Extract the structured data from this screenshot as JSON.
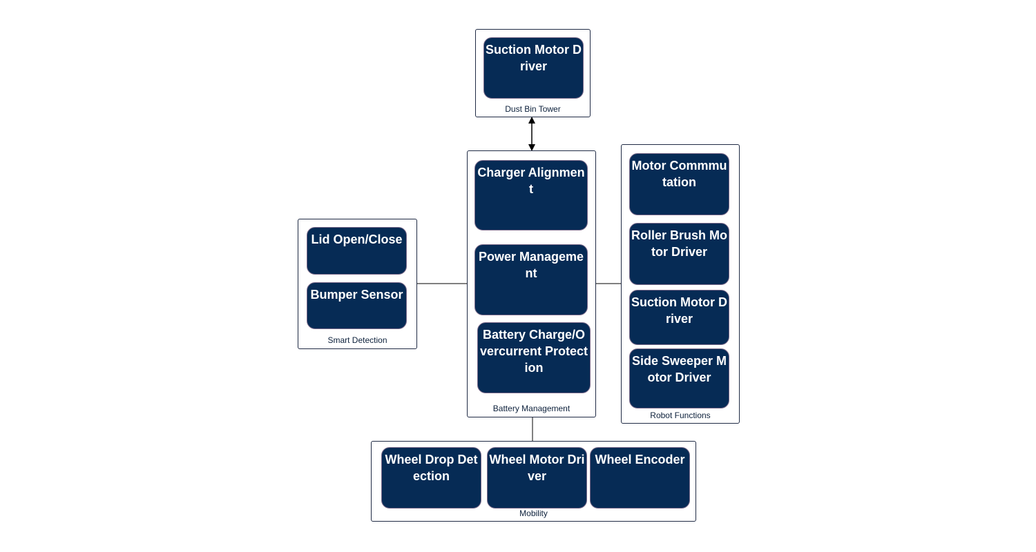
{
  "groups": {
    "dust_bin_tower": {
      "label": "Dust Bin Tower",
      "blocks": [
        "Suction Motor Driver"
      ]
    },
    "battery_management": {
      "label": "Battery Management",
      "blocks": [
        "Charger Alignment",
        "Power Management",
        "Battery Charge/Overcurrent Protection"
      ]
    },
    "smart_detection": {
      "label": "Smart Detection",
      "blocks": [
        "Lid Open/Close",
        "Bumper Sensor"
      ]
    },
    "robot_functions": {
      "label": "Robot Functions",
      "blocks": [
        "Motor Commmutation",
        "Roller Brush Motor Driver",
        "Suction Motor Driver",
        "Side Sweeper Motor Driver"
      ]
    },
    "mobility": {
      "label": "Mobility",
      "blocks": [
        "Wheel Drop Detection",
        "Wheel Motor Driver",
        "Wheel Encoder"
      ]
    }
  },
  "colors": {
    "block_fill": "#062b55",
    "block_text": "#ffffff",
    "group_border": "#1f2a44",
    "connector": "#000000"
  }
}
